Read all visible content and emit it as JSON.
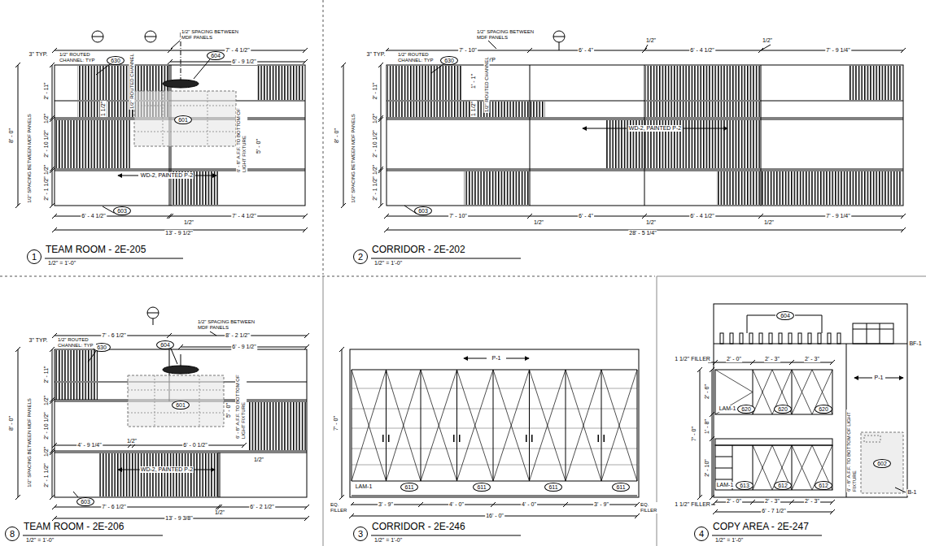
{
  "diagram": {
    "nodes": [
      {
        "text": [
          "630"
        ]
      },
      {
        "text": [
          "604"
        ]
      },
      {
        "text": [
          "601"
        ]
      },
      {
        "text": [
          "603"
        ]
      },
      {
        "text": [
          "1",
          "TEAM ROOM - 2E-205"
        ]
      },
      {
        "text": [
          "630"
        ]
      },
      {
        "text": [
          "603"
        ]
      },
      {
        "text": [
          "2",
          "CORRIDOR - 2E-202"
        ]
      },
      {
        "text": [
          "630"
        ]
      },
      {
        "text": [
          "604"
        ]
      },
      {
        "text": [
          "601"
        ]
      },
      {
        "text": [
          "603"
        ]
      },
      {
        "text": [
          "8",
          "TEAM ROOM - 2E-206"
        ]
      },
      {
        "text": [
          "611"
        ]
      },
      {
        "text": [
          "611"
        ]
      },
      {
        "text": [
          "611"
        ]
      },
      {
        "text": [
          "611"
        ]
      },
      {
        "text": [
          "3",
          "CORRIDOR - 2E-246"
        ]
      },
      {
        "text": [
          "604"
        ]
      },
      {
        "text": [
          "620"
        ]
      },
      {
        "text": [
          "620"
        ]
      },
      {
        "text": [
          "620"
        ]
      },
      {
        "text": [
          "602"
        ]
      },
      {
        "text": [
          "613"
        ]
      },
      {
        "text": [
          "612"
        ]
      },
      {
        "text": [
          "612"
        ]
      },
      {
        "text": [
          "4",
          "COPY AREA - 2E-247"
        ]
      }
    ],
    "labels": [
      "3\" TYP.",
      "1/2\" ROUTED CHANNEL: TYP",
      "1/2\" SPACING BETWEEN MDF PANELS",
      "7' - 4 1/2\"",
      "6' - 9 1/2\"",
      "1/2\" ROUTED CHANNEL",
      "2' - 11\"",
      "8' - 0\"",
      "1/2\" SPACING BETWEEN MDF PANELS",
      "1/2\"",
      "2' - 10 1/2\"",
      "1/2\"",
      "2' - 1 1/2\"",
      "1 1/2\"",
      "6' - 8\" A.F.F. TO BOTTOM OF LIGHT FIXTURE",
      "5' - 0\"",
      "WD-2, PAINTED P-2",
      "6' - 4 1/2\"",
      "1/2\"",
      "7' - 4 1/2\"",
      "13' - 9 1/2\"",
      "1/2\" = 1'-0\"",
      "1/2\" SPACING BETWEEN MDF PANELS",
      "3\" TYP.",
      "1/2\" ROUTED CHANNEL: TYP",
      "7' - 10\"",
      "TYP",
      "6' - 4\"",
      "1/2\"",
      "6' - 4 1/2\"",
      "1/2\"",
      "7' - 9 1/4\"",
      "2' - 11\"",
      "1' - 1\"",
      "1/2\" ROUTED CHANNEL",
      "1 1/2\"",
      "8' - 0\"",
      "1/2\" SPACING BETWEEN MDF PANELS",
      "1/2\"",
      "2' - 10 1/2\"",
      "1/2\"",
      "2' - 1 1/2\"",
      "WD-2, PAINTED P-2",
      "7' - 10\"",
      "1/2\"",
      "6' - 4\"",
      "1/2\"",
      "6' - 4 1/2\"",
      "1/2\"",
      "7' - 9 1/4\"",
      "28' - 5 1/4\"",
      "1/2\" = 1'-0\"",
      "1/2\" SPACING BETWEEN MDF PANELS",
      "3\" TYP.",
      "1/2\" ROUTED CHANNEL: TYP",
      "7' - 6 1/2\"",
      "8' - 2 1/2\"",
      "6' - 9 1/2\"",
      "2' - 11\"",
      "8' - 0\"",
      "1/2\" SPACING BETWEEN MDF PANELS",
      "1/2\"",
      "2' - 10 1/2\"",
      "1/2\"",
      "2' - 1 1/2\"",
      "4' - 9 1/4\"",
      "1/2\"",
      "6' - 0 1/2\"",
      "6' - 8\" A.F.F. TO BOTTOM OF LIGHT FIXTURE",
      "5' - 0\"",
      "1/2\"",
      "WD-2, PAINTED P-2",
      "7' - 6 1/2\"",
      "1/2\"",
      "6' - 2 1/2\"",
      "13' - 9 3/8\"",
      "1/2\" = 1'-0\"",
      "P-1",
      "7' - 0\"",
      "LAM-1",
      "3' - 9\"",
      "4' - 0\"",
      "4' - 0\"",
      "3' - 9\"",
      "16' - 0\"",
      "EQ. FILLER",
      "EQ. FILLER",
      "1/2\" = 1'-0\"",
      "BF-1",
      "1 1/2\" FILLER",
      "2' - 0\"",
      "2' - 3\"",
      "2' - 3\"",
      "2' - 6\"",
      "7' - 0\"",
      "LAM-1",
      "P-1",
      "6' - 8\" A.F.F. TO BOTTOM OF LIGHT FIXTURE",
      "1' - 8\"",
      "2' - 10\"",
      "LAM-1",
      "1 1/2\" FILLER",
      "2' - 0\"",
      "2' - 3\"",
      "2' - 3\"",
      "6' - 7 1/2\"",
      "B-1",
      "1/2\" = 1'-0\""
    ]
  }
}
